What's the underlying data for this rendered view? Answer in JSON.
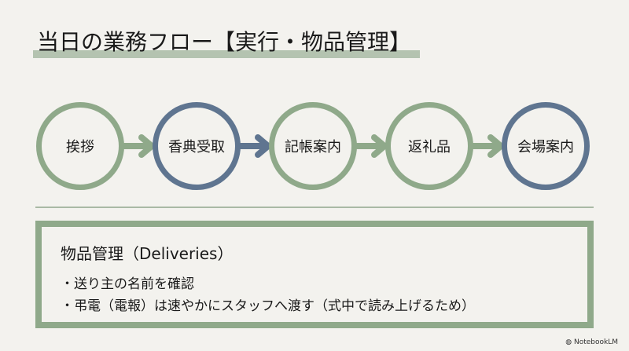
{
  "title": "当日の業務フロー【実行・物品管理】",
  "flow": [
    {
      "label": "挨拶",
      "color": "#8fa98a"
    },
    {
      "label": "香典受取",
      "color": "#5f7590"
    },
    {
      "label": "記帳案内",
      "color": "#8fa98a"
    },
    {
      "label": "返礼品",
      "color": "#8fa98a"
    },
    {
      "label": "会場案内",
      "color": "#5f7590"
    }
  ],
  "box": {
    "title": "物品管理（Deliveries）",
    "bullets": [
      "・送り主の名前を確認",
      "・弔電（電報）は速やかにスタッフへ渡す（式中で読み上げるため）"
    ]
  },
  "brand": "NotebookLM"
}
